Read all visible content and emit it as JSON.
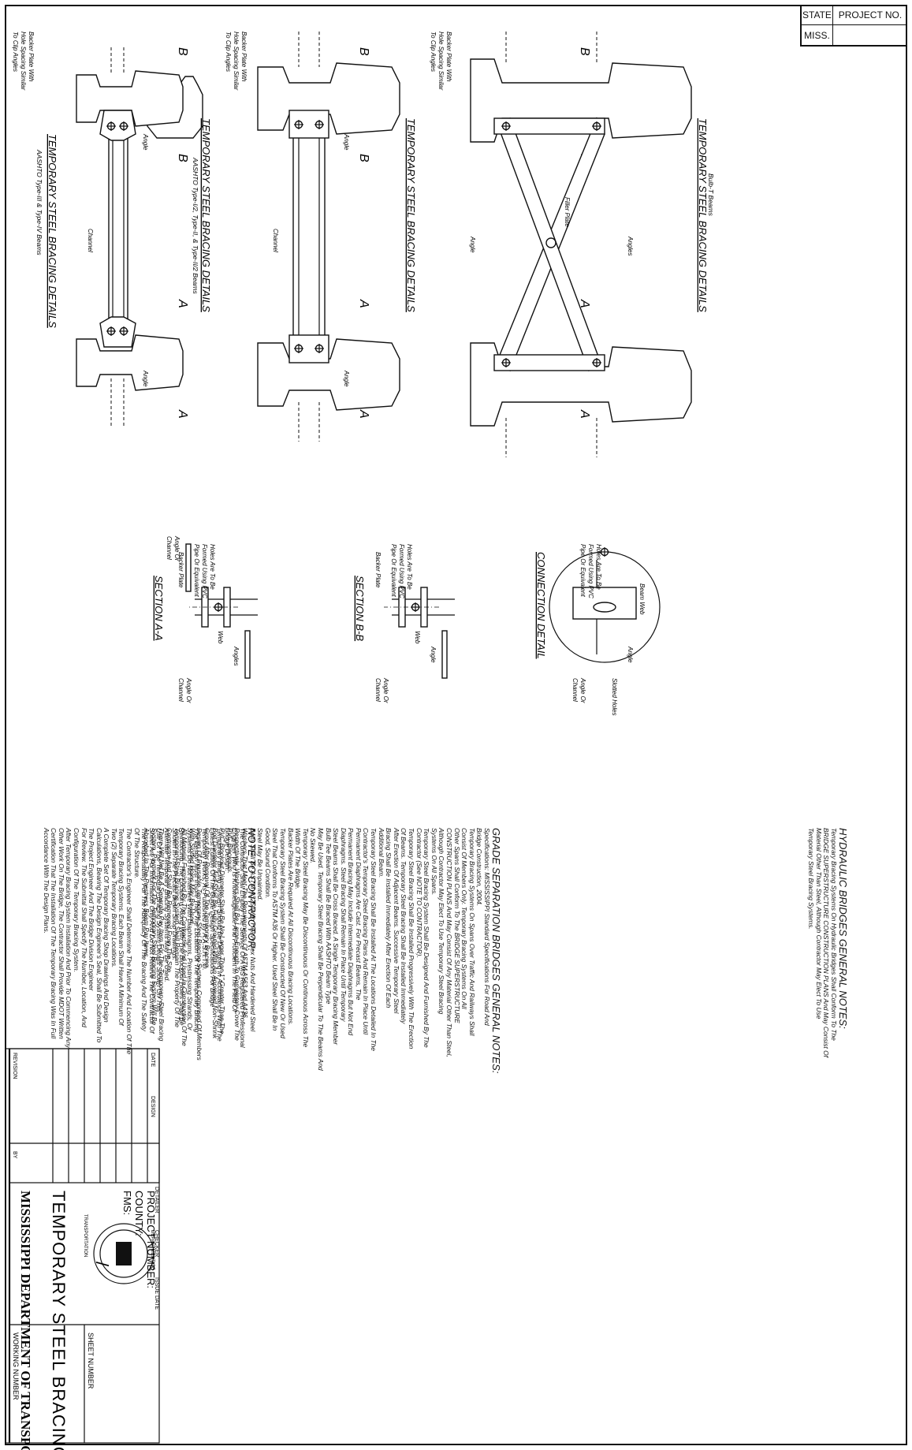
{
  "header": {
    "state_label": "STATE",
    "state_value": "MISS.",
    "project_no_label": "PROJECT NO."
  },
  "title_block": {
    "department": "MISSISSIPPI DEPARTMENT OF TRANSPORTATION",
    "sheet_title": "TEMPORARY STEEL BRACING",
    "fms_label": "FMS:",
    "county_label": "COUNTY:",
    "project_number_label": "PROJECT NUMBER:",
    "slash": "/",
    "working_number_label": "WORKING NUMBER",
    "sheet_number_label": "SHEET NUMBER",
    "revision_label": "REVISION",
    "by_label": "BY",
    "date_label": "DATE",
    "design_label": "DESIGN",
    "detailer_label": "DETAILER",
    "checker_label": "CHECKER",
    "issue_date_label": "ISSUE DATE",
    "seal_top": "TRANSPORTATION",
    "seal_bottom": "DEPARTMENT OF"
  },
  "details": [
    {
      "title": "TEMPORARY STEEL BRACING DETAILS",
      "subtitle": "AASHTO Type-I/2, Type-II, & Type-II/2 Beams"
    },
    {
      "title": "TEMPORARY STEEL BRACING DETAILS",
      "subtitle": "AASHTO Type-III & Type-IV Beams"
    },
    {
      "title": "TEMPORARY STEEL BRACING DETAILS",
      "subtitle": "Bulb-T Beams"
    }
  ],
  "sections": {
    "a": "SECTION A-A",
    "b": "SECTION B-B",
    "conn": "CONNECTION DETAIL"
  },
  "labels": {
    "angle": "Angle",
    "angles": "Angles",
    "channel": "Channel",
    "filler_plate": "Filler Plate",
    "backer_plate": "Backer Plate",
    "backer_with": "Backer Plate With",
    "hole_spacing": "Hole Spacing Similar",
    "to_clip": "To Clip Angles",
    "angle_or": "Angle Or",
    "channel_word": "Channel",
    "web": "Web",
    "holes_1": "Holes Are To Be",
    "holes_2": "Formed Using PVC",
    "holes_3": "Pipe Or Equivalent",
    "slotted_holes": "Slotted Holes",
    "beam_web": "Beam Web",
    "A": "A",
    "B": "B"
  },
  "notes": {
    "contractor_title": "NOTE TO CONTRACTOR:",
    "contractor_lines": [
      "The Contractor Shall Employ The Service Of A MS Registered Professional",
      "Engineer Who Is Knowledgeable And Proficient In The Field Of",
      "Bridge Design.",
      "Temporary Bracing System Should Be Designed In Accordance With The",
      "Latest Edition Of The Guide Design Specifications For Bridge",
      "Temporary Works, As Published By A.A.S.H.T.O.",
      "The Design Must Insure That The Location Of The Temporary Bracing",
      "Systems Do Not Interfere With Diaphragms, Prestressing Strands, Or",
      "Reinforcing. The Locations Along With The Blockout Holes Shall Be",
      "Shown In The Precast Beam Shop Drawings.",
      "Alternate Temporary Bracing Systems May Be Used.",
      "Use Of The Temporary Bracing System Details Shown On This",
      "Sheet Are For Information Only And Do Not Relieve The Contractor Of",
      "The Responsibility For The Adequacy Of The Bracing And The Safety",
      "Of The Structure.",
      "The Contractor's Engineer Shall Determine The Number And Location Of The",
      "Temporary Bracing Systems. Each Beam Shall Have A Minimum Of",
      "Two (2) Separate Temporary Bracing Locations.",
      "A Complete Set Of Temporary Bracing Shop Drawings And Design",
      "Calculations, Bearing The Design Engineer's Seal, Shall Be Submitted To",
      "The Project Engineer And The Bridge Division Engineer",
      "For Review. The Submittal Shall Specify The Number, Location, And",
      "Configuration Of The Temporary Bracing System.",
      "After Temporary Bracing System Installation And Prior To Commencing Any",
      "Other Work On The Bridge, The Contractor Shall Provide MDOT Written",
      "Certification That The Installation Of The Temporary Bracing Was In Full",
      "Accordance With The Design Plans."
    ],
    "grade_title": "GRADE SEPARATION BRIDGES GENERAL NOTES:",
    "grade_lines": [
      "Specifications: MISSISSIPPI Standard Specifications For Road And",
      "Bridge Construction, 2004.",
      "Temporary Bracing Systems On Spans Over Traffic And Railways Shall",
      "Consist Of Members Only. Temporary Bracing Systems On All",
      "Other Spans Shall Conform To The BRIDGE SUPERSTRUCTURE",
      "CONSTRUCTION PLANS And May Consist Of Any Material Other Than Steel,",
      "Although Contractor May Elect To Use Temporary Steel Bracing",
      "Systems On All Spans.",
      "Temporary Steel Bracing System Shall Be Designed And Furnished By The",
      "Contractor (See NOTE TO CONTRACTOR).",
      "Temporary Steel Bracing Shall Be Installed Progressively With The Erection",
      "Of Beams. Temporary Steel Bracing Shall Be Installed Immediately",
      "After Erection Of Adjacent Beams. Successive Temporary Steel",
      "Bracing Shall Be Installed Immediately After Erection Of Each",
      "Additional Beam.",
      "Temporary Steel Bracing Shall Be Installed At The Locations Detailed In The",
      "Contractor's Temporary Steel Bracing Plans And Remain In Place Until",
      "Permanent Diaphragms Are Cast. For Precast Beams, The",
      "Permanent Bracing May Include Intermediate Diaphragms But Not End",
      "Diaphragms. Steel Bracing Shall Remain In Place Until Temporary",
      "Steel Beams Shall Be Cross Braced. A Single Temporary Bracing Member",
      "Bulb Tee Beams Shall Be Braced With AASHTO Beam Type",
      "May Be Used. Temporary Steel Bracing Shall Be Perpendicular To The Beams And",
      "No Skewed.",
      "Temporary Steel Bracing May Be Discontinuous Or Continuous Across The",
      "Width Of The Bridge.",
      "Backer Plates Are Required At All Discontinuous Bracing Locations.",
      "Temporary Steel Bracing System Shall Be Constructed Of New Or Used",
      "Steel That Conforms To ASTM A36 Or Higher. Used Steel Shall Be In",
      "Good, Sound Condition.",
      "Steel May Be Unpainted.",
      "Bolts Shall Be ASTM A325 With Heavy Hex Nuts And Hardened Steel",
      "Washers That Meet The Requirements Of ASTM A563 And A436,",
      "Respectively. Washers Shall Be Large Enough To Completely Cover The",
      "PVC Blockouts.",
      "PVC Blockout Diameter Shall Be No Larger Than 1\" Greater Than The",
      "Bolt Diameter And Shall Be Fully Grouted With An Approved Non-Shrink",
      "Grout After Removal Of The Temporary Bracing.",
      "Design Of Reusable Temporary Steel Bracing Systems Comprised Of Members",
      "With Slotted Holes May Be Used.",
      "All Material Furnished By The Contractor And Used In Construction Of The",
      "Temporary Steel Bracing System Shall Remain The Property Of The",
      "Contractor And Shall Be Removed From The Site.",
      "There Will Not Be A Separate Pay Item For The Temporary Steel Bracing",
      "System. Payment For The Temporary Steel Bracing System Will Be",
      "Absorbed In The Prestress Beam Pay Items."
    ],
    "hydro_title": "HYDRAULIC BRIDGES GENERAL NOTES:",
    "hydro_lines": [
      "Temporary Bracing Systems On Hydraulic Bridges Shall Conform To The",
      "BRIDGE SUPERSTRUCTURE CONSTRUCTION PLANS And May Consist Of",
      "Material Other Than Steel, Although Contractor May Elect To Use",
      "Temporary Steel Bracing Systems."
    ]
  }
}
